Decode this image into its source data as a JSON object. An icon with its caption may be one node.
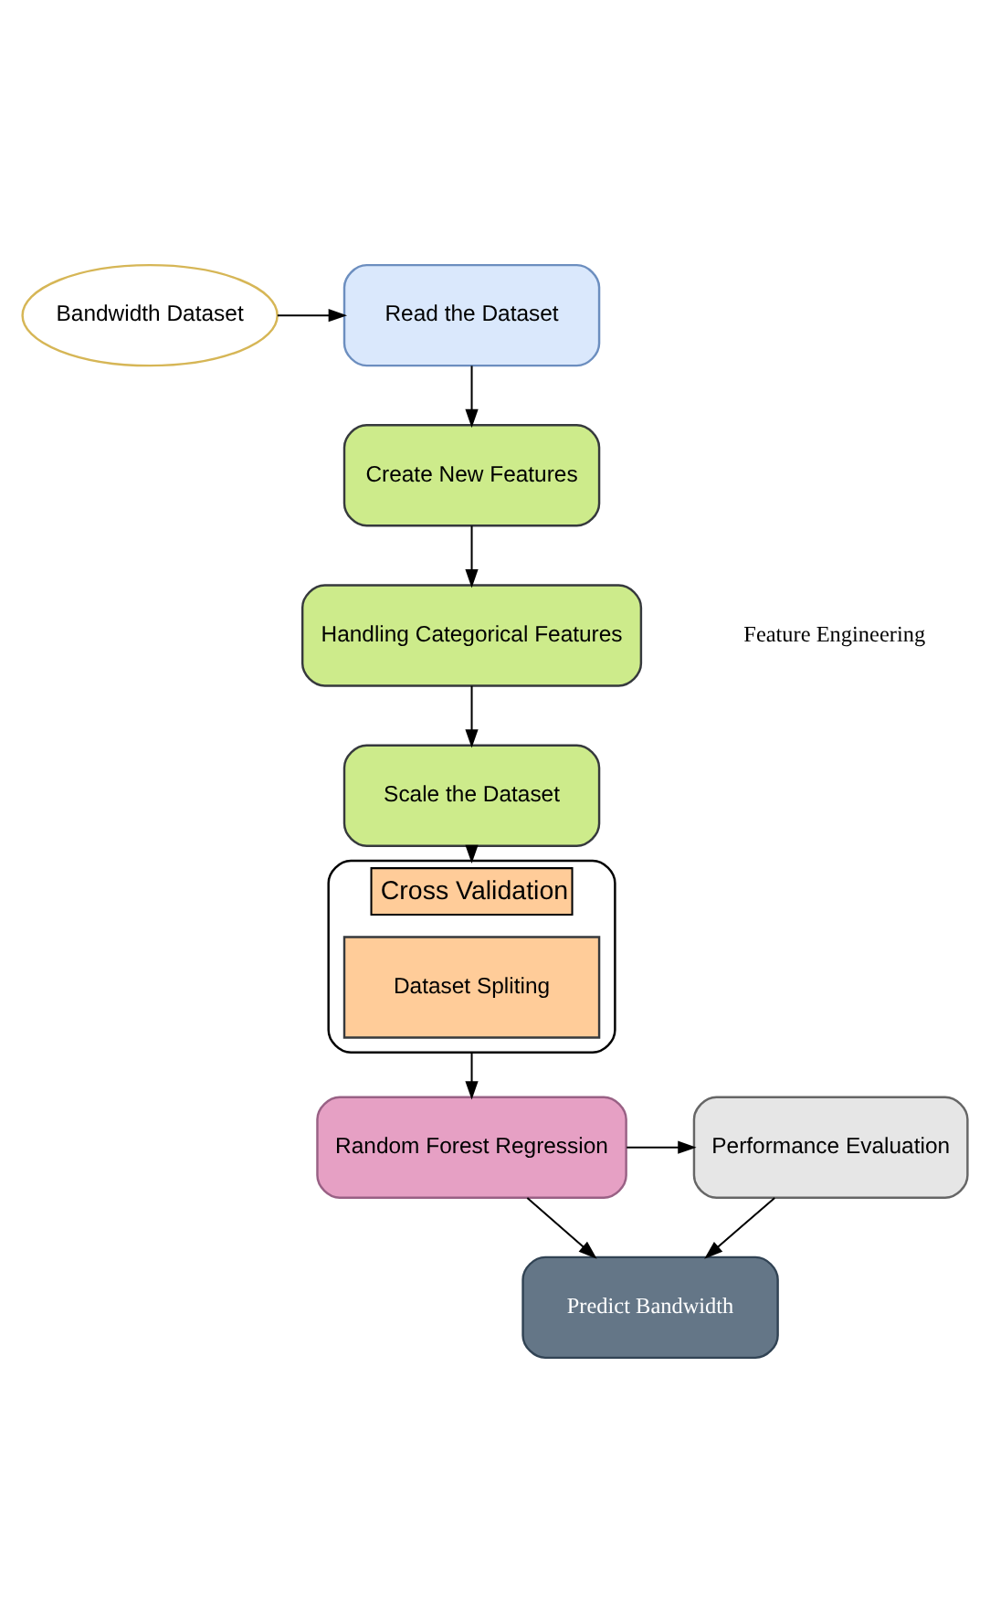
{
  "diagram": {
    "nodes": [
      {
        "text": [
          "Bandwidth Dataset"
        ]
      },
      {
        "text": [
          "Read the Dataset"
        ]
      },
      {
        "text": [
          "Create New Features"
        ]
      },
      {
        "text": [
          "Handling Categorical Features"
        ]
      },
      {
        "text": [
          "Scale the Dataset"
        ]
      },
      {
        "text": [
          "Cross Validation"
        ]
      },
      {
        "text": [
          "Dataset Spliting"
        ],
        "in": 5
      },
      {
        "text": [
          "Random Forest Regression"
        ]
      },
      {
        "text": [
          "Performance Evaluation"
        ]
      },
      {
        "text": [
          "Predict Bandwidth"
        ]
      }
    ],
    "edges": [
      {
        "from": 0,
        "to": 1,
        "arrow": "to"
      },
      {
        "from": 1,
        "to": 2,
        "arrow": "to"
      },
      {
        "from": 2,
        "to": 3,
        "arrow": "to"
      },
      {
        "from": 3,
        "to": 4,
        "arrow": "to"
      },
      {
        "from": 4,
        "to": 5,
        "arrow": "to"
      },
      {
        "from": 5,
        "to": 7,
        "arrow": "to"
      },
      {
        "from": 7,
        "to": 8,
        "arrow": "to"
      },
      {
        "from": 8,
        "to": 9,
        "arrow": "to"
      },
      {
        "from": 7,
        "to": 9,
        "arrow": "to"
      }
    ],
    "labels": [
      "Feature Engineering"
    ]
  }
}
